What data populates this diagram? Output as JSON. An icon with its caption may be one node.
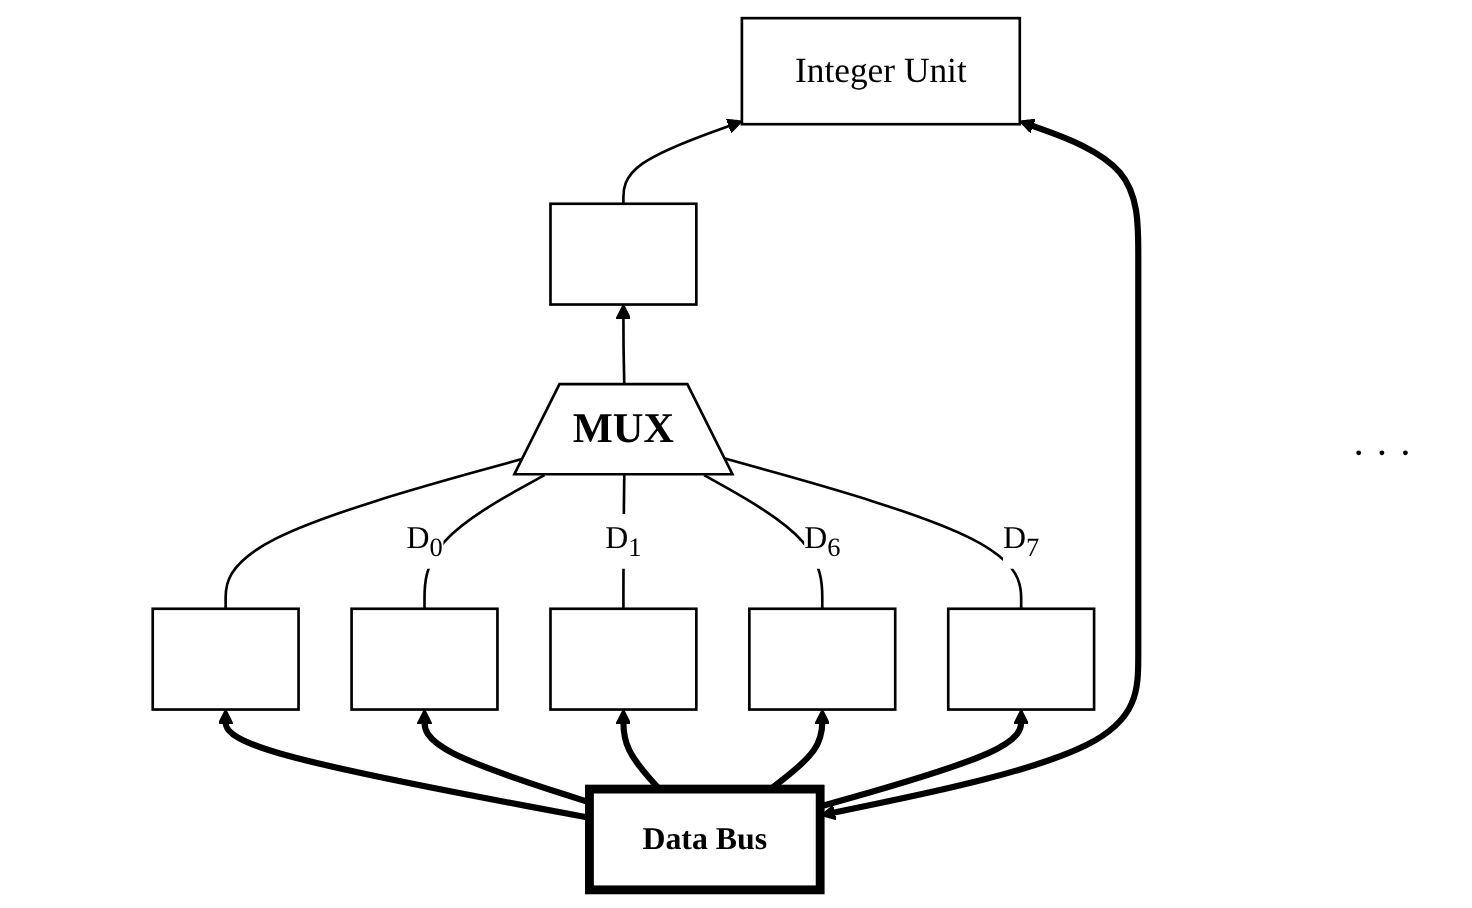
{
  "diagram": {
    "nodes": [
      {
        "text": [
          "Integer Unit"
        ]
      },
      {
        "text": [],
        "shape": "box"
      },
      {
        "text": [
          "MUX"
        ]
      },
      {
        "text": [],
        "shape": "box"
      },
      {
        "text": [],
        "shape": "box"
      },
      {
        "text": [],
        "shape": "box"
      },
      {
        "text": [],
        "shape": "box"
      },
      {
        "text": [],
        "shape": "box"
      },
      {
        "text": [
          "Data Bus"
        ]
      }
    ],
    "edges": [
      {
        "from": 1,
        "to": 0,
        "arrow": "to"
      },
      {
        "from": 2,
        "to": 1,
        "arrow": "to"
      },
      {
        "from": 3,
        "to": 2,
        "arrow": "none"
      },
      {
        "from": 4,
        "to": 2,
        "arrow": "none",
        "label": "D$_{0}$"
      },
      {
        "from": 5,
        "to": 2,
        "arrow": "none",
        "label": "D$_{1}$"
      },
      {
        "from": 6,
        "to": 2,
        "arrow": "none",
        "label": "D$_{6}$"
      },
      {
        "from": 7,
        "to": 2,
        "arrow": "none",
        "label": "D$_{7}$"
      },
      {
        "from": 8,
        "to": 0,
        "arrow": "both",
        "style": "thick"
      },
      {
        "from": 8,
        "to": 3,
        "arrow": "to",
        "style": "thick"
      },
      {
        "from": 8,
        "to": 4,
        "arrow": "to",
        "style": "thick"
      },
      {
        "from": 8,
        "to": 5,
        "arrow": "to",
        "style": "thick"
      },
      {
        "from": 8,
        "to": 6,
        "arrow": "to",
        "style": "thick"
      },
      {
        "from": 8,
        "to": 7,
        "arrow": "to",
        "style": "thick"
      }
    ],
    "labels": [
      "· · ·"
    ]
  }
}
